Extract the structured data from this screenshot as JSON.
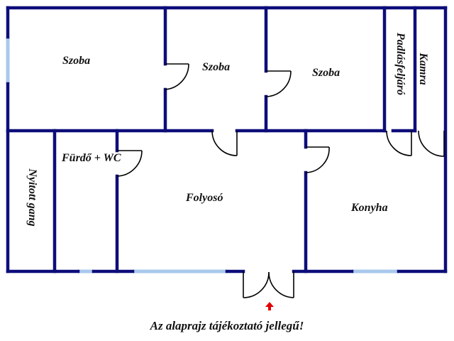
{
  "plan": {
    "colors": {
      "wall": "#0d0d7a",
      "window": "#a9c8ec",
      "door": "#000000",
      "arrow": "#e00000"
    },
    "rooms": [
      {
        "id": "szoba-1",
        "label": "Szoba"
      },
      {
        "id": "szoba-2",
        "label": "Szoba"
      },
      {
        "id": "szoba-3",
        "label": "Szoba"
      },
      {
        "id": "padlasfeljaro",
        "label": "Padlásfeljáró"
      },
      {
        "id": "kamra",
        "label": "Kamra"
      },
      {
        "id": "nyitott-gang",
        "label": "Nyitott gang"
      },
      {
        "id": "furdo-wc",
        "label": "Fürdő + WC"
      },
      {
        "id": "folyoso",
        "label": "Folyosó"
      },
      {
        "id": "konyha",
        "label": "Konyha"
      }
    ],
    "entrance_marker": "arrow-up-icon",
    "caption": "Az alaprajz tájékoztató jellegű!"
  }
}
